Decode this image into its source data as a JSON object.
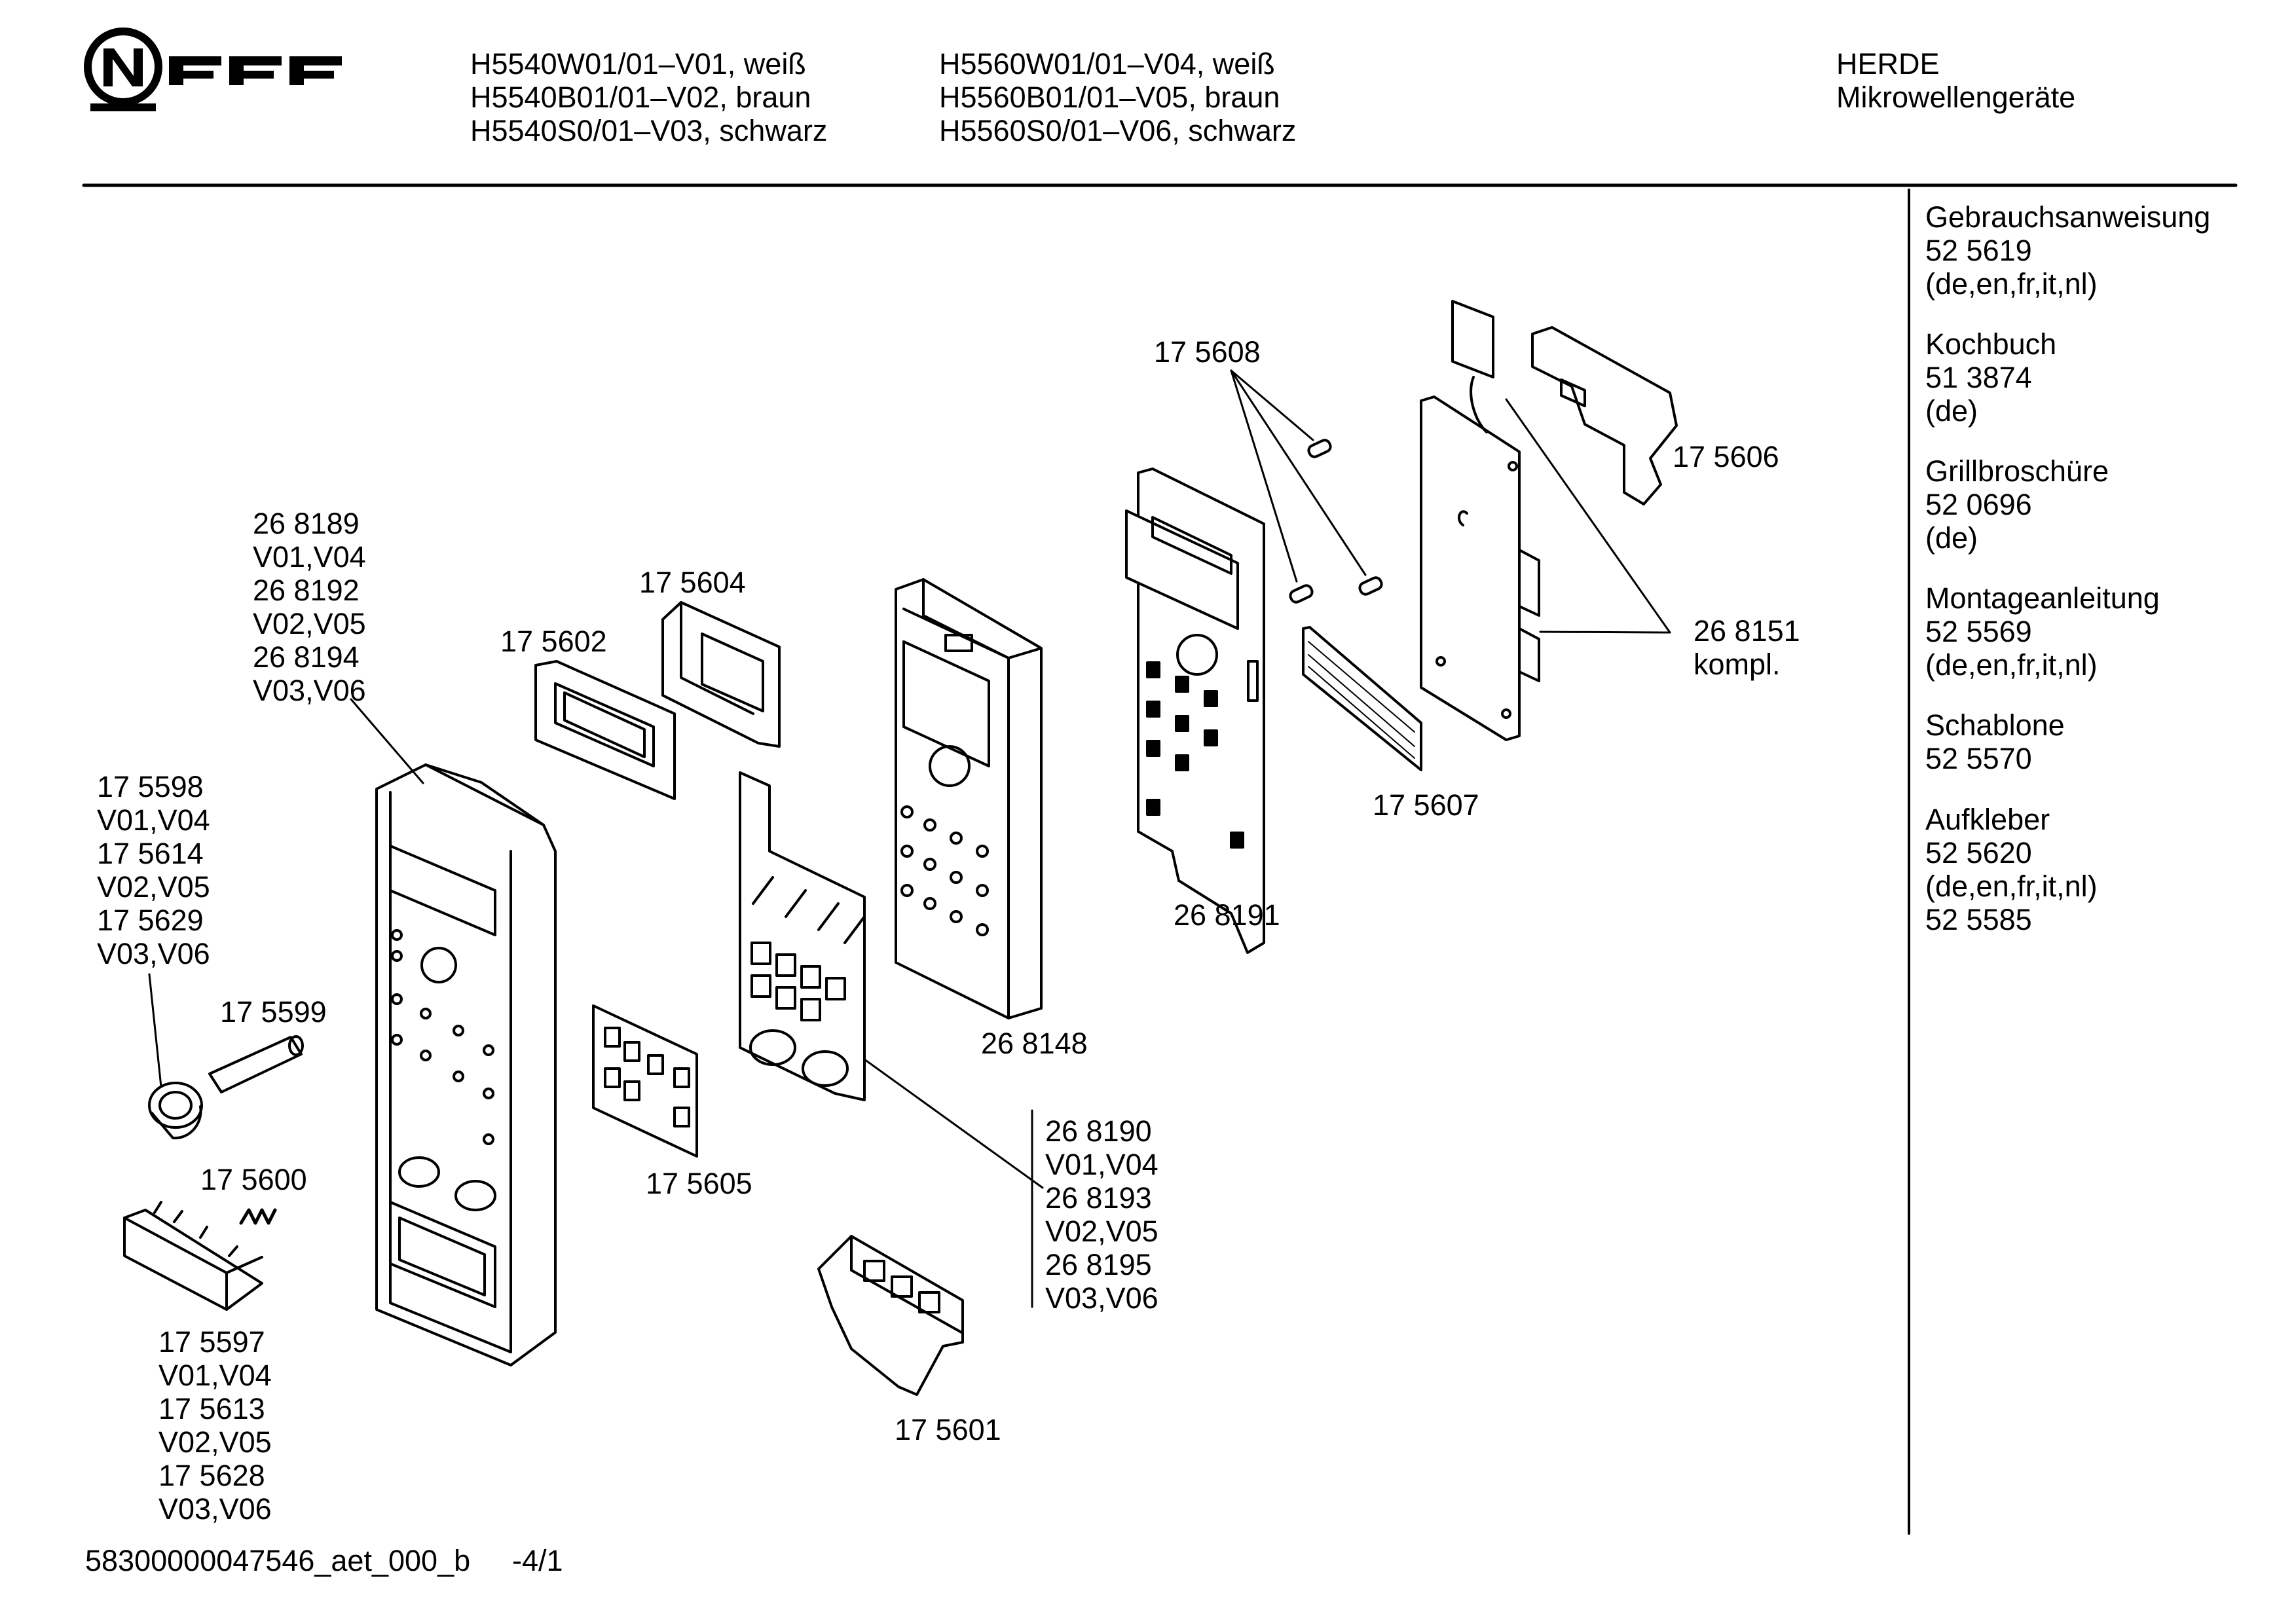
{
  "header": {
    "brand": "NEFF",
    "models_col1": [
      "H5540W01/01–V01, weiß",
      "H5540B01/01–V02, braun",
      "H5540S0/01–V03, schwarz"
    ],
    "models_col2": [
      "H5560W01/01–V04, weiß",
      "H5560B01/01–V05, braun",
      "H5560S0/01–V06, schwarz"
    ],
    "category": [
      "HERDE",
      "Mikrowellengeräte"
    ]
  },
  "side_docs": [
    {
      "title": "Gebrauchsanweisung",
      "lines": [
        "52 5619",
        "(de,en,fr,it,nl)"
      ]
    },
    {
      "title": "Kochbuch",
      "lines": [
        "51 3874",
        "(de)"
      ]
    },
    {
      "title": "Grillbroschüre",
      "lines": [
        "52 0696",
        "(de)"
      ]
    },
    {
      "title": "Montageanleitung",
      "lines": [
        "52 5569",
        "(de,en,fr,it,nl)"
      ]
    },
    {
      "title": "Schablone",
      "lines": [
        "52 5570"
      ]
    },
    {
      "title": "Aufkleber",
      "lines": [
        "52 5620",
        "(de,en,fr,it,nl)",
        "52 5585"
      ]
    }
  ],
  "parts": {
    "p268189": [
      "26 8189",
      "V01,V04",
      "26 8192",
      "V02,V05",
      "26 8194",
      "V03,V06"
    ],
    "p175604": [
      "17 5604"
    ],
    "p175602": [
      "17 5602"
    ],
    "p175608": [
      "17 5608"
    ],
    "p175606": [
      "17 5606"
    ],
    "p268151": [
      "26 8151",
      "kompl."
    ],
    "p175607": [
      "17 5607"
    ],
    "p268191": [
      "26 8191"
    ],
    "p268148": [
      "26 8148"
    ],
    "p175598": [
      "17 5598",
      "V01,V04",
      "17 5614",
      "V02,V05",
      "17 5629",
      "V03,V06"
    ],
    "p175599": [
      "17 5599"
    ],
    "p175600": [
      "17 5600"
    ],
    "p175605": [
      "17 5605"
    ],
    "p268190": [
      "26 8190",
      "V01,V04",
      "26 8193",
      "V02,V05",
      "26 8195",
      "V03,V06"
    ],
    "p175597": [
      "17 5597",
      "V01,V04",
      "17 5613",
      "V02,V05",
      "17 5628",
      "V03,V06"
    ],
    "p175601": [
      "17 5601"
    ]
  },
  "footer": {
    "doc_id": "58300000047546_aet_000_b",
    "page": "-4/1"
  }
}
